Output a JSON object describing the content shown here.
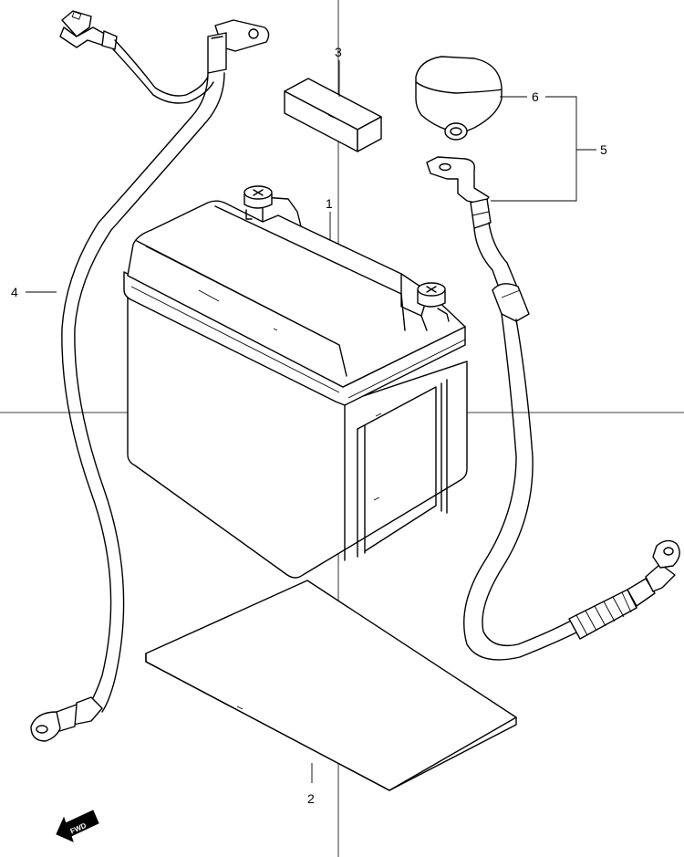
{
  "callouts": [
    {
      "id": "battery",
      "label": "1"
    },
    {
      "id": "tray-sheet",
      "label": "2"
    },
    {
      "id": "pad",
      "label": "3"
    },
    {
      "id": "negative-lead",
      "label": "4"
    },
    {
      "id": "positive-lead-assembly",
      "label": "5"
    },
    {
      "id": "terminal-cover",
      "label": "6"
    }
  ],
  "fwd_indicator": {
    "text": "FWD",
    "icon": "fwd-arrow-icon"
  },
  "colors": {
    "line": "#000000",
    "background": "#ffffff"
  }
}
